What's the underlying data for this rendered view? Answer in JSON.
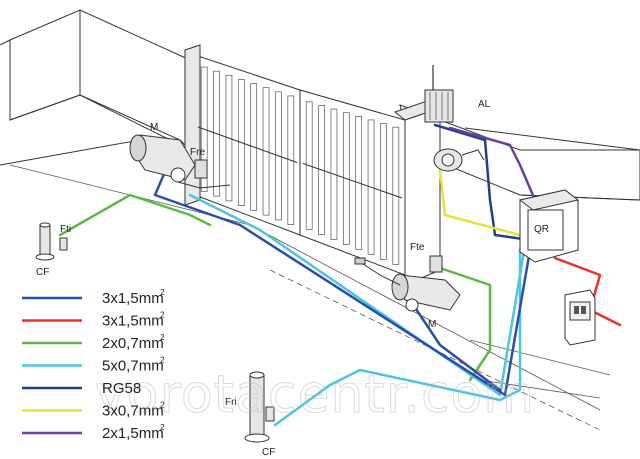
{
  "labels": {
    "motor_left": "M",
    "motor_right": "M",
    "photo_fre": "Fre",
    "photo_fte": "Fte",
    "photo_fti": "Fti",
    "photo_fri": "Fri",
    "column_left": "CF",
    "column_bottom": "CF",
    "lamp": "AL",
    "control_box": "QR"
  },
  "legend": [
    {
      "text": "3x1,5mm",
      "sup": "2",
      "color": "#2b4fa8"
    },
    {
      "text": "3x1,5mm",
      "sup": "2",
      "color": "#e8322b"
    },
    {
      "text": "2x0,7mm",
      "sup": "2",
      "color": "#5cb946"
    },
    {
      "text": "5x0,7mm",
      "sup": "2",
      "color": "#4fc3e0"
    },
    {
      "text": "RG58",
      "sup": "",
      "color": "#1f3f8f"
    },
    {
      "text": "3x0,7mm",
      "sup": "2",
      "color": "#e8e23a"
    },
    {
      "text": "2x1,5mm",
      "sup": "2",
      "color": "#6a3fa0"
    }
  ],
  "watermark": "vorotacentr.com"
}
